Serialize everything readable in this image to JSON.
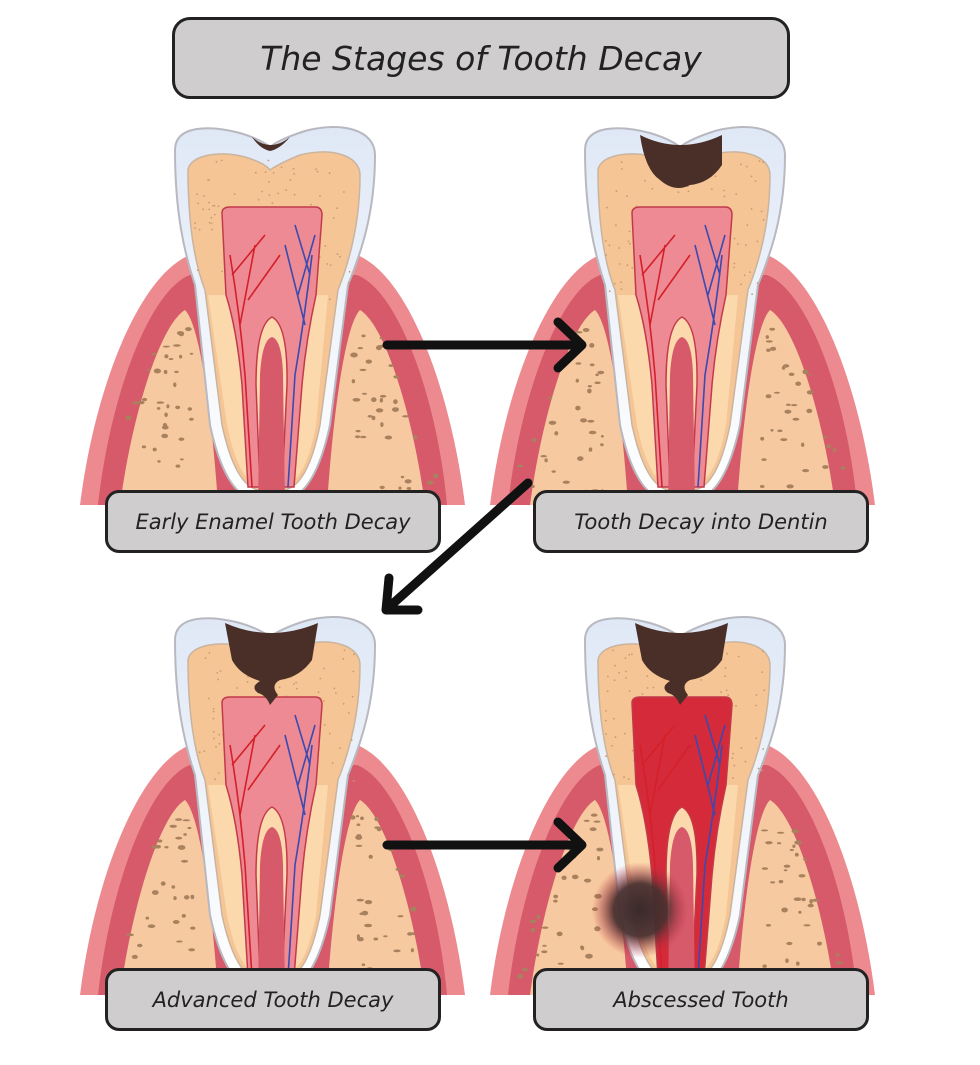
{
  "title": "The Stages of Tooth Decay",
  "stages": [
    {
      "label": "Early Enamel Tooth Decay",
      "decay": "early"
    },
    {
      "label": "Tooth Decay into Dentin",
      "decay": "dentin"
    },
    {
      "label": "Advanced Tooth Decay",
      "decay": "advanced"
    },
    {
      "label": "Abscessed Tooth",
      "decay": "abscess"
    }
  ],
  "colors": {
    "gum": "#ec8a8f",
    "gum_dark": "#d65a6a",
    "bone": "#f7c9a0",
    "enamel": "#ffffff",
    "pulp": "#ee8a94",
    "decay": "#4a2e28",
    "label_bg": "#cfcdcd"
  }
}
